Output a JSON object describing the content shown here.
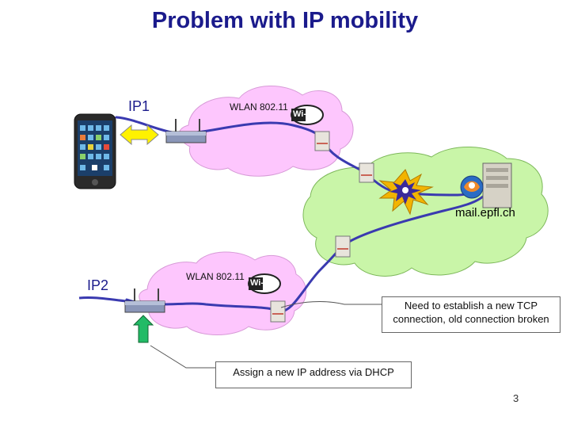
{
  "slide": {
    "title": "Problem with IP mobility",
    "page_number": "3"
  },
  "network_top": {
    "ip_label": "IP1",
    "wlan_label": "WLAN 802.11",
    "wifi_logo": "Wi-Fi"
  },
  "network_bottom": {
    "ip_label": "IP2",
    "wlan_label": "WLAN 802.11",
    "wifi_logo": "Wi-Fi"
  },
  "server": {
    "label": "mail.epfl.ch"
  },
  "callouts": {
    "tcp": {
      "line1": "Need to establish a new TCP",
      "line2": "connection, old connection broken"
    },
    "dhcp": {
      "text": "Assign a new IP address via DHCP"
    }
  },
  "icons": {
    "phone": "smartphone-icon",
    "access_point": "access-point-icon",
    "router": "router-icon",
    "server": "mail-server-icon",
    "break": "connection-break-icon",
    "move": "double-arrow-icon",
    "up": "up-arrow-icon"
  },
  "colors": {
    "title": "#1b1b8c",
    "wlan_cloud": "#fdc6fd",
    "internet_cloud": "#c9f5a8",
    "link": "#3a3ab0",
    "move_arrow": "#fff200",
    "up_arrow": "#22bb66"
  }
}
